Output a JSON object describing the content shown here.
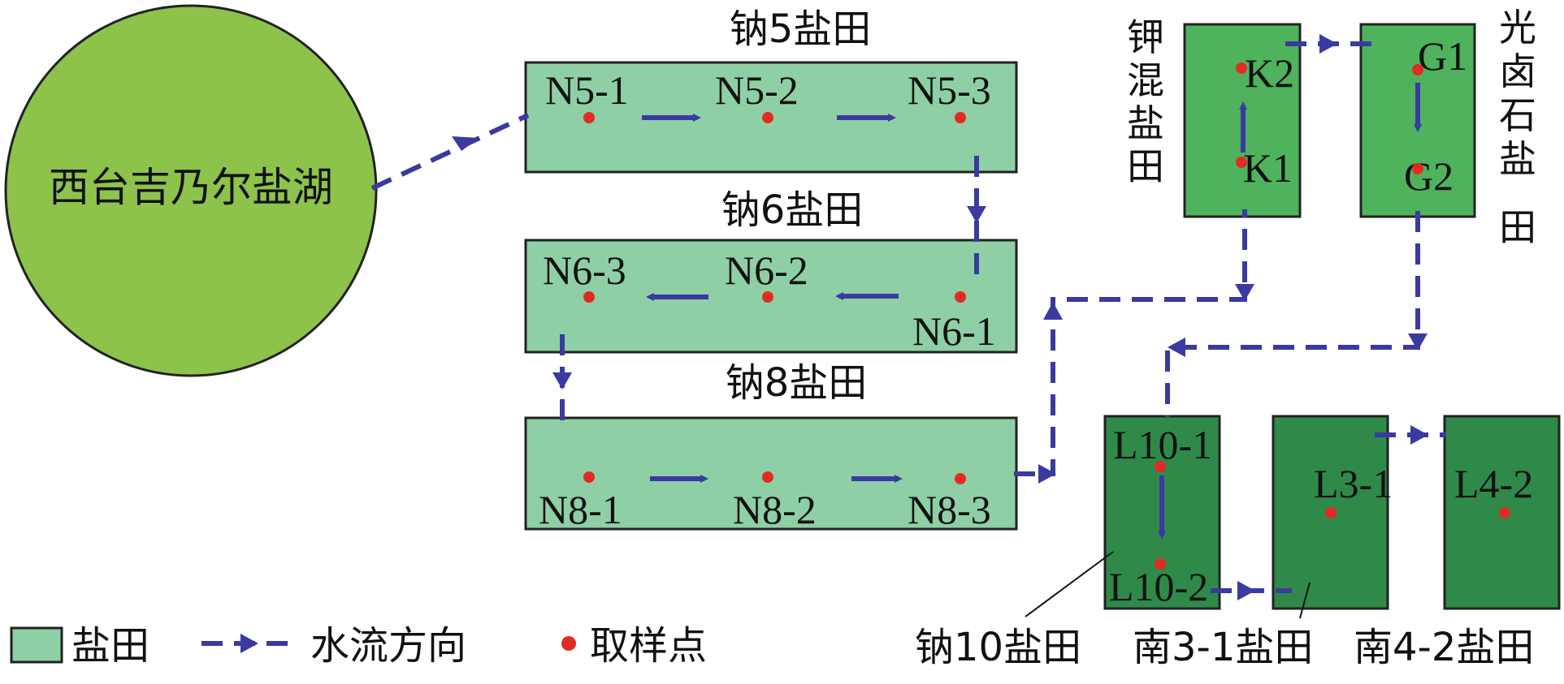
{
  "colors": {
    "lake": "#8dc34b",
    "sodium_field": "#8fcfa6",
    "potassium_field": "#4fb35e",
    "deep_field": "#2f8a4a",
    "flow": "#3a3aa0",
    "sample": "#e32b23"
  },
  "lake": {
    "label": "西台吉乃尔盐湖"
  },
  "fields": {
    "na5": {
      "title": "钠5盐田",
      "points": {
        "p1": "N5-1",
        "p2": "N5-2",
        "p3": "N5-3"
      }
    },
    "na6": {
      "title": "钠6盐田",
      "points": {
        "p1": "N6-1",
        "p2": "N6-2",
        "p3": "N6-3"
      }
    },
    "na8": {
      "title": "钠8盐田",
      "points": {
        "p1": "N8-1",
        "p2": "N8-2",
        "p3": "N8-3"
      }
    },
    "k": {
      "title_chars": [
        "钾",
        "混",
        "盐",
        "田"
      ],
      "points": {
        "p1": "K1",
        "p2": "K2"
      }
    },
    "g": {
      "title_chars": [
        "光",
        "卤",
        "石",
        "盐",
        "田"
      ],
      "points": {
        "p1": "G1",
        "p2": "G2"
      }
    },
    "na10": {
      "title": "钠10盐田",
      "points": {
        "p1": "L10-1",
        "p2": "L10-2"
      }
    },
    "s31": {
      "title": "南3-1盐田",
      "points": {
        "p1": "L3-1"
      }
    },
    "s42": {
      "title": "南4-2盐田",
      "points": {
        "p1": "L4-2"
      }
    }
  },
  "legend": {
    "field": "盐田",
    "flow": "水流方向",
    "sample": "取样点"
  }
}
